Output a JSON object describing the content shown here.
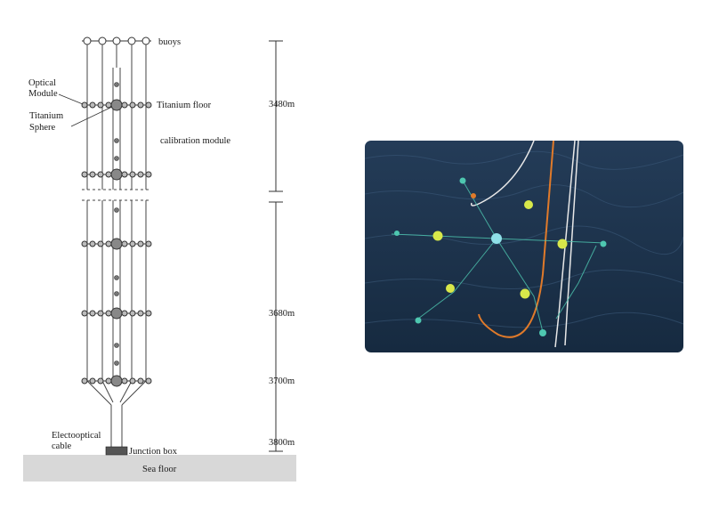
{
  "diagram": {
    "labels": {
      "buoys": "buoys",
      "optical_module_1": "Optical",
      "optical_module_2": "Module",
      "titanium_sphere_1": "Titanium",
      "titanium_sphere_2": "Sphere",
      "titanium_floor": "Titanium floor",
      "calibration_module": "calibration module",
      "electro_cable_1": "Electooptical",
      "electro_cable_2": "cable",
      "junction_box": "Junction box",
      "sea_floor": "Sea floor"
    },
    "depths": [
      "3480m",
      "3680m",
      "3700m",
      "3800m"
    ]
  },
  "photo": {
    "description_icon": "underwater-deployment-photo",
    "colors": {
      "water": "#1d3550",
      "orange_cable": "#e07a2a",
      "white_cable": "#e8e8e8",
      "yellow_module": "#d8e84a",
      "teal_module": "#4ec7b0"
    }
  }
}
